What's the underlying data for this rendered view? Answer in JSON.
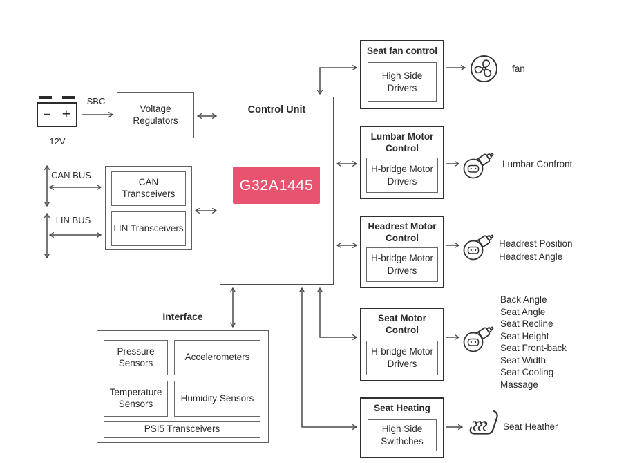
{
  "colors": {
    "accent": "#e85470",
    "wire": "#4a4a4a"
  },
  "power": {
    "battery_voltage": "12V",
    "battery_minus": "−",
    "battery_plus": "+",
    "sbc": "SBC"
  },
  "buses": {
    "can": "CAN BUS",
    "lin": "LIN BUS"
  },
  "blocks": {
    "voltage_regulators": "Voltage Regulators",
    "can_transceivers": "CAN Transceivers",
    "lin_transceivers": "LIN Transceivers",
    "control_unit": "Control Unit",
    "chip": "G32A1445"
  },
  "interface": {
    "label": "Interface",
    "pressure": "Pressure Sensors",
    "accelerometers": "Accelerometers",
    "temperature": "Temperature Sensors",
    "humidity": "Humidity Sensors",
    "psi5": "PSI5 Transceivers"
  },
  "modules": [
    {
      "title": "Seat fan control",
      "driver": "High Side Drivers",
      "icon": "fan-icon",
      "outputs": [
        "fan"
      ]
    },
    {
      "title": "Lumbar Motor Control",
      "driver": "H-bridge Motor Drivers",
      "icon": "motor-icon",
      "outputs": [
        "Lumbar Confront"
      ]
    },
    {
      "title": "Headrest Motor Control",
      "driver": "H-bridge Motor Drivers",
      "icon": "motor-icon",
      "outputs": [
        "Headrest Position",
        "Headrest Angle"
      ]
    },
    {
      "title": "Seat Motor Control",
      "driver": "H-bridge Motor Drivers",
      "icon": "motor-icon",
      "outputs": [
        "Back Angle",
        "Seat Angle",
        "Seat Recline",
        "Seat Height",
        "Seat Front-back",
        "Seat Width",
        "Seat Cooling",
        "Massage"
      ]
    },
    {
      "title": "Seat Heating",
      "driver": "High Side Swithches",
      "icon": "seat-heater-icon",
      "outputs": [
        "Seat Heather"
      ]
    }
  ]
}
